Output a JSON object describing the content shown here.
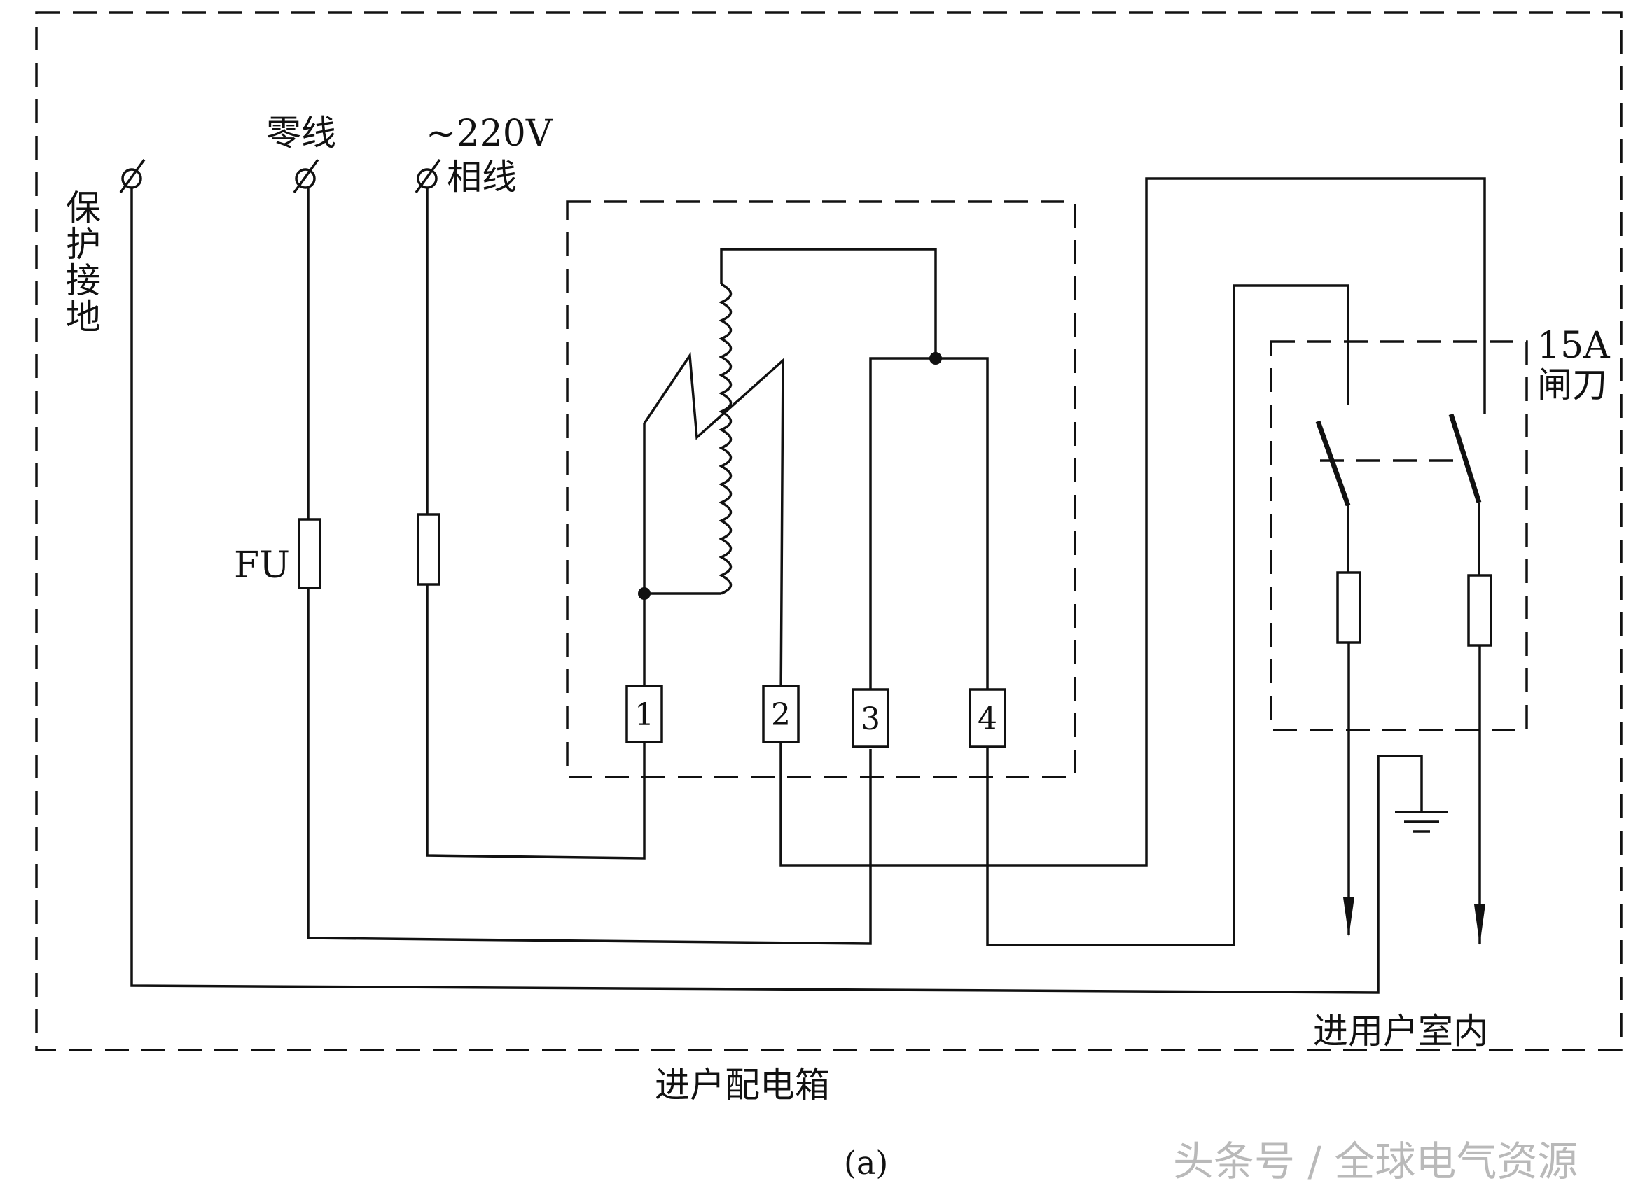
{
  "labels": {
    "protective_ground": "保护接地",
    "neutral": "零线",
    "voltage": "~220V",
    "phase": "相线",
    "fuse": "FU",
    "knife_switch_rating": "15A",
    "knife_switch": "闸刀",
    "to_indoor": "进用户室内",
    "box_title": "进户配电箱",
    "caption": "(a)"
  },
  "terminals": [
    "1",
    "2",
    "3",
    "4"
  ],
  "watermark": "头条号 / 全球电气资源"
}
